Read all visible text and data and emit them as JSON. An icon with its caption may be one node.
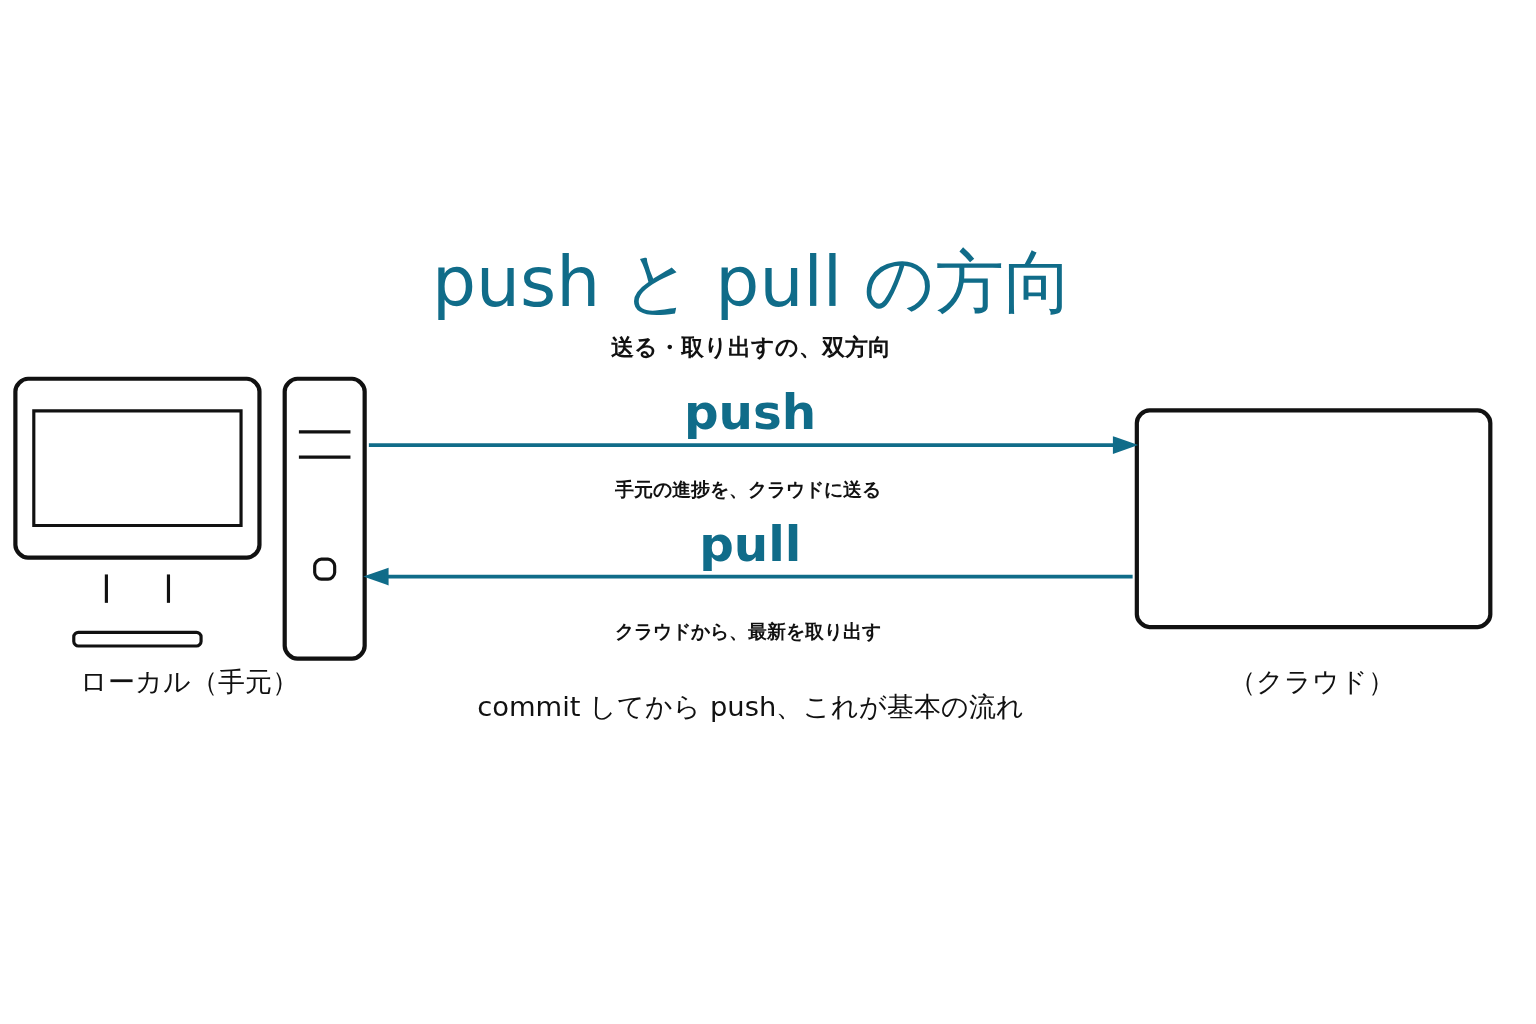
{
  "diagram": {
    "title": "push と pull の方向",
    "caption": "commit してから push、これが基本の流れ",
    "nodes": [
      {
        "text": [
          "ローカル（手元）"
        ]
      },
      {
        "text": [
          "（クラウド）"
        ]
      }
    ],
    "edges": [
      {
        "from": 0,
        "to": 1,
        "arrow": "to",
        "label": "push"
      },
      {
        "from": 1,
        "to": 0,
        "arrow": "to",
        "label": "pull"
      }
    ],
    "labels": [
      "送る・取り出すの、双方向",
      "手元の進捗を、クラウドに送る",
      "クラウドから、最新を取り出す"
    ]
  }
}
